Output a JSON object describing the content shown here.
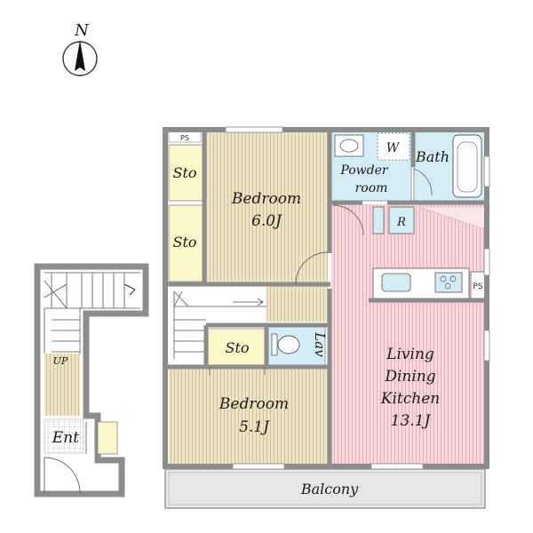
{
  "compass": {
    "label": "N"
  },
  "rooms": {
    "bedroom1": {
      "name": "Bedroom",
      "size": "6.0J"
    },
    "bedroom2": {
      "name": "Bedroom",
      "size": "5.1J"
    },
    "ldk": {
      "line1": "Living",
      "line2": "Dining",
      "line3": "Kitchen",
      "size": "13.1J"
    },
    "sto1": "Sto",
    "sto2": "Sto",
    "sto3": "Sto",
    "powder": {
      "line1": "Powder",
      "line2": "room"
    },
    "washer": "W",
    "bath": "Bath",
    "fridge": "R",
    "lav": "Lav",
    "balcony": "Balcony",
    "ps_top": "PS",
    "ps_right": "PS",
    "stair_up": "UP",
    "entrance": "Ent"
  },
  "colors": {
    "wall": "#8c8c8c",
    "bedroom": "#efe3c6",
    "ldk": "#f6d6dc",
    "wet": "#d4edf5",
    "storage": "#fbf6c9",
    "balcony": "#e6e6e6",
    "floor_line": "#c7b38a"
  }
}
